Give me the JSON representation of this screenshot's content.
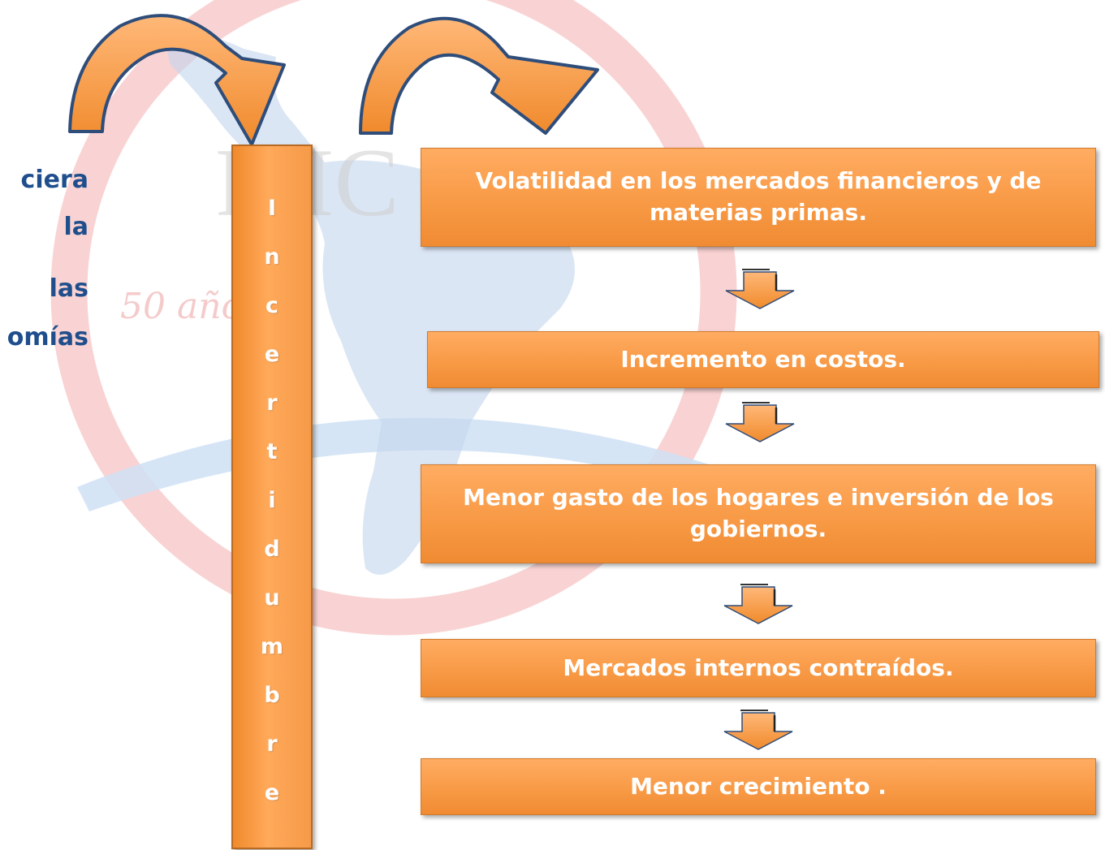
{
  "left_fragments": [
    "ciera",
    "la",
    "las",
    "omías"
  ],
  "vertical_bar": {
    "letters": [
      "I",
      "n",
      "c",
      "e",
      "r",
      "t",
      "i",
      "d",
      "u",
      "m",
      "b",
      "r",
      "e"
    ]
  },
  "boxes": [
    {
      "text": "Volatilidad en los mercados financieros y de materias primas."
    },
    {
      "text": "Incremento en costos."
    },
    {
      "text": "Menor gasto de los hogares e inversión de los gobiernos."
    },
    {
      "text": "Mercados internos contraídos."
    },
    {
      "text": "Menor crecimiento ."
    }
  ],
  "watermark": {
    "text": "50 años",
    "logo_letters": "FIIC"
  },
  "colors": {
    "box_orange": "#f89a46",
    "title_blue": "#1f4e8c",
    "arrow_blue": "#2e4d7a",
    "ring_red": "#f4b9b9",
    "swoosh_blue": "#c9dcf2"
  },
  "icons": [
    "curved-arrow-icon",
    "down-arrow-icon"
  ]
}
